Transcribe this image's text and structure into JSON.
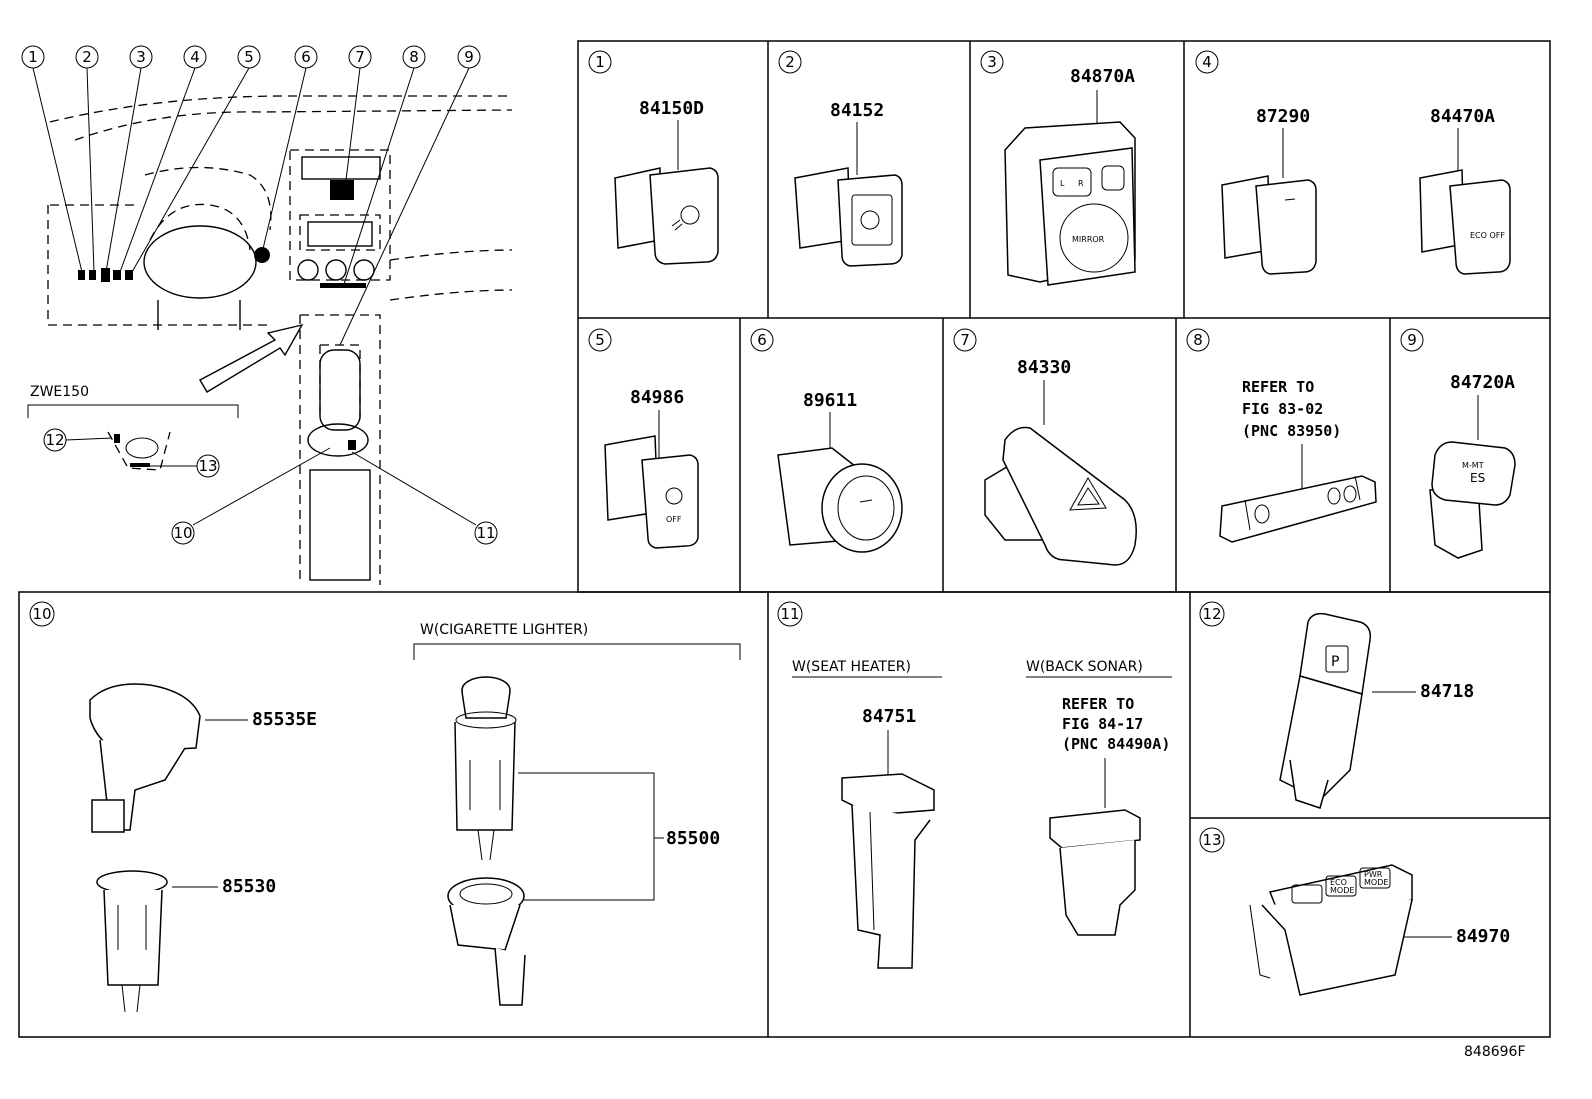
{
  "overview": {
    "callouts": [
      "1",
      "2",
      "3",
      "4",
      "5",
      "6",
      "7",
      "8",
      "9",
      "10",
      "11",
      "12",
      "13"
    ],
    "variant_label": "ZWE150"
  },
  "panels": [
    {
      "id": "1",
      "part": "84150D"
    },
    {
      "id": "2",
      "part": "84152"
    },
    {
      "id": "3",
      "part": "84870A",
      "text": "MIRROR",
      "sub": [
        "L",
        "R"
      ]
    },
    {
      "id": "4",
      "parts": [
        "87290",
        "84470A"
      ],
      "text": "ECO OFF"
    },
    {
      "id": "5",
      "part": "84986",
      "text": "OFF"
    },
    {
      "id": "6",
      "part": "89611"
    },
    {
      "id": "7",
      "part": "84330"
    },
    {
      "id": "8",
      "refer": [
        "REFER TO",
        "FIG 83-02",
        "(PNC 83950)"
      ]
    },
    {
      "id": "9",
      "part": "84720A",
      "text": [
        "M-MT",
        "ES"
      ]
    },
    {
      "id": "10",
      "caption": "W(CIGARETTE LIGHTER)",
      "parts": [
        "85535E",
        "85530",
        "85500"
      ]
    },
    {
      "id": "11",
      "caption_left": "W(SEAT HEATER)",
      "caption_right": "W(BACK SONAR)",
      "part": "84751",
      "refer": [
        "REFER TO",
        "FIG 84-17",
        "(PNC 84490A)"
      ]
    },
    {
      "id": "12",
      "part": "84718",
      "text": "P"
    },
    {
      "id": "13",
      "part": "84970",
      "text": [
        "ECO",
        "MODE",
        "PWR",
        "MODE"
      ]
    }
  ],
  "figure_code": "848696F"
}
